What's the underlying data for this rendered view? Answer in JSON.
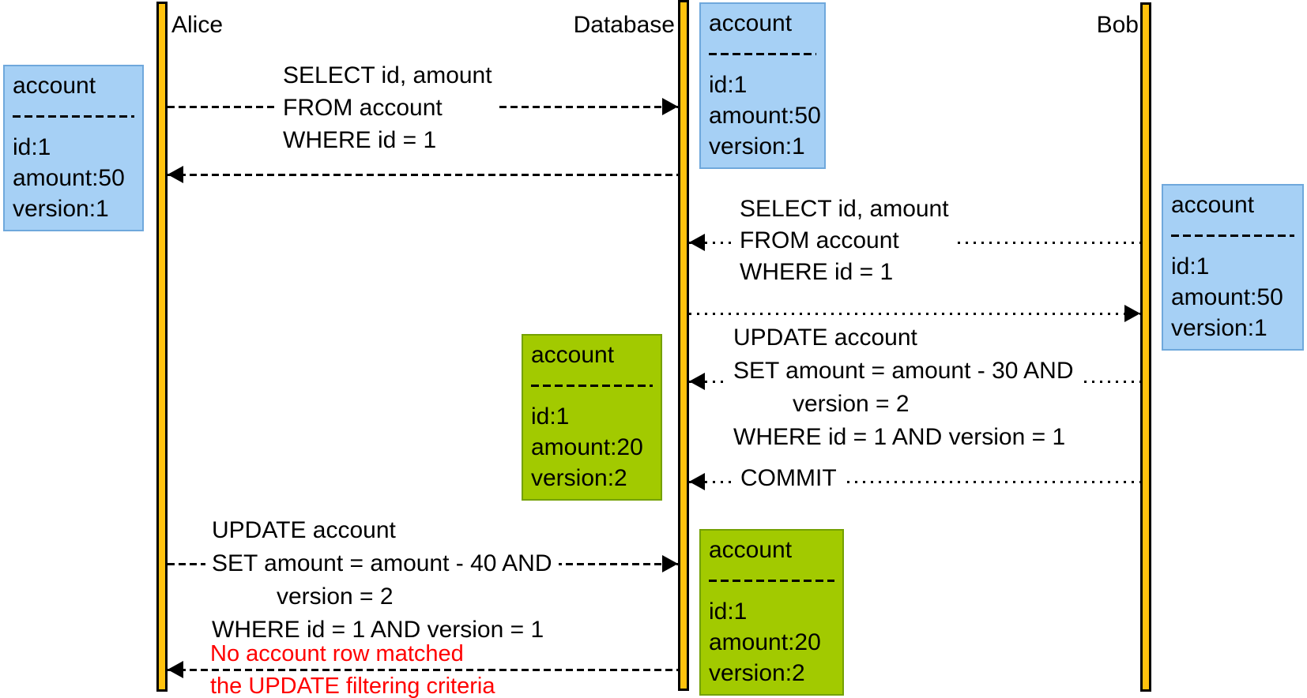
{
  "actors": {
    "alice": "Alice",
    "database": "Database",
    "bob": "Bob"
  },
  "boxes": {
    "alice_state": {
      "title": "account",
      "fields": [
        "id:1",
        "amount:50",
        "version:1"
      ]
    },
    "db_initial": {
      "title": "account",
      "fields": [
        "id:1",
        "amount:50",
        "version:1"
      ]
    },
    "bob_state": {
      "title": "account",
      "fields": [
        "id:1",
        "amount:50",
        "version:1"
      ]
    },
    "db_updated": {
      "title": "account",
      "fields": [
        "id:1",
        "amount:20",
        "version:2"
      ]
    },
    "db_final": {
      "title": "account",
      "fields": [
        "id:1",
        "amount:20",
        "version:2"
      ]
    }
  },
  "messages": {
    "alice_select": {
      "lines": [
        "SELECT id, amount",
        "FROM account",
        "WHERE id = 1"
      ]
    },
    "bob_select": {
      "lines": [
        "SELECT id, amount",
        "FROM account",
        "WHERE id = 1"
      ]
    },
    "bob_update": {
      "lines": [
        "UPDATE account",
        "SET amount = amount - 30 AND",
        "version = 2",
        "WHERE id = 1 AND version = 1"
      ]
    },
    "bob_commit": {
      "lines": [
        "COMMIT"
      ]
    },
    "alice_update": {
      "lines": [
        "UPDATE account",
        "SET amount = amount - 40 AND",
        "version = 2",
        "WHERE id = 1 AND version = 1"
      ]
    },
    "db_error": {
      "lines": [
        "No account row matched",
        "the UPDATE filtering criteria"
      ]
    }
  },
  "colors": {
    "lifeline_fill": "#FFC20E",
    "state_blue": "#A6D0F5",
    "state_blue_border": "#6FA8DC",
    "state_green": "#A2CA00",
    "state_green_border": "#74A102",
    "error_text": "#FF0000",
    "line_color": "#000000"
  }
}
